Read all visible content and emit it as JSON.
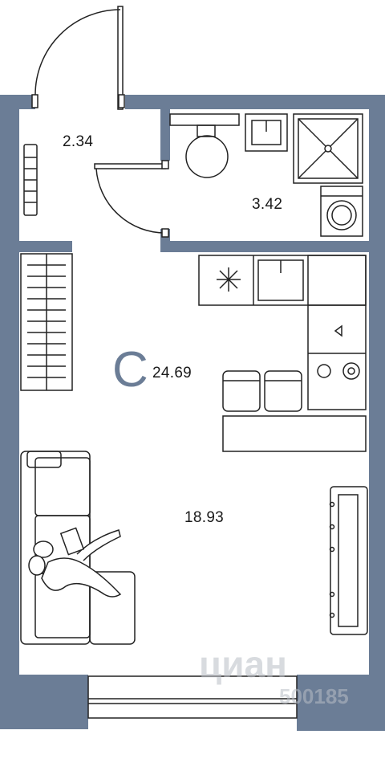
{
  "plan": {
    "rooms": [
      {
        "name": "hallway",
        "area": "2.34"
      },
      {
        "name": "bathroom",
        "area": "3.42"
      },
      {
        "name": "studio",
        "area": "24.69"
      },
      {
        "name": "living",
        "area": "18.93"
      }
    ],
    "studio_letter": "С",
    "colors": {
      "wall": "#6b7d96",
      "line": "#222222",
      "bg": "#ffffff",
      "studio_letter": "#6b7d96"
    }
  },
  "watermark": {
    "brand": "циан",
    "id": "500185"
  },
  "icons": [
    "fridge-snowflake-icon",
    "sink-icon",
    "stove-icon",
    "toilet-icon",
    "shower-icon",
    "washing-machine-icon",
    "radiator-icon",
    "sofa-icon",
    "chair-icon",
    "tv-icon",
    "person-icon",
    "door-icon",
    "window-icon"
  ]
}
